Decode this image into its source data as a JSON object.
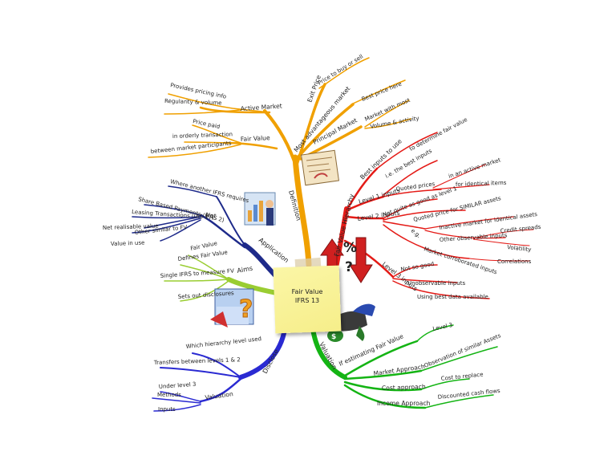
{
  "center": {
    "title": "Fair Value",
    "subtitle": "IFRS 13"
  },
  "colors": {
    "orange": "#f0a000",
    "red": "#e41b17",
    "green": "#7cbe1e",
    "bright_green": "#14b414",
    "navy": "#1e2a8a",
    "blue": "#2a2ad2",
    "olive": "#9acd32"
  },
  "icons": [
    "scroll-icon",
    "chart-person-icon",
    "question-box-icon",
    "arrows-percent-icon",
    "handshake-money-icon"
  ],
  "branches": {
    "definition": {
      "label": "Definition",
      "active_market": {
        "label": "Active Market",
        "children": [
          "Provides pricing info",
          "Regularity & volume"
        ]
      },
      "fair_value": {
        "label": "Fair Value",
        "children": [
          "Price paid",
          "in orderly transaction",
          "between market participants"
        ]
      },
      "exit_price": {
        "label": "Exit Price",
        "children": [
          "Price to buy or sell"
        ]
      },
      "most_advantageous": {
        "label": "Most advantageous market",
        "children": [
          "Best price here"
        ]
      },
      "principal_market": {
        "label": "Principal Market",
        "children": [
          "Market with most",
          "Volume & activity"
        ]
      }
    },
    "fair_value_hierarchy": {
      "label": "Fair Value Hierarchy",
      "best_inputs": {
        "label": "Best inputs to use",
        "children": [
          "to determine fair value"
        ]
      },
      "level1": {
        "label": "Level 1 inputs",
        "children": [
          "i.e. the best inputs",
          "Quoted prices",
          "in an active market",
          "for identical items"
        ]
      },
      "level2": {
        "label": "Level 2 inputs",
        "children": [
          "Not quite as good as level 1",
          "Quoted price for SIMILAR assets",
          "Inactive market for identical assets",
          "e.g.",
          "Other observable inputs",
          "Credit spreads",
          "Volatility",
          "Market corroborated inputs",
          "Correlations"
        ]
      },
      "level3": {
        "label": "Level 3 inputs",
        "children": [
          "Not so good",
          "Unobservable inputs",
          "Using best data available"
        ]
      }
    },
    "valuation": {
      "label": "Valuation",
      "estimating": {
        "label": "If estimating Fair Value",
        "children": [
          "Level 3"
        ]
      },
      "market_approach": {
        "label": "Market Approach",
        "children": [
          "Observation of similar Assets"
        ]
      },
      "cost_approach": {
        "label": "Cost approach",
        "children": [
          "Cost to replace"
        ]
      },
      "income_approach": {
        "label": "Income Approach",
        "children": [
          "Discounted cash flows"
        ]
      }
    },
    "disclose": {
      "label": "Disclose",
      "children": [
        "Which hierarchy level used",
        "Transfers between levels 1 & 2"
      ],
      "valuation": {
        "label": "Valuation",
        "children": [
          "Under level 3",
          "Methods",
          "Inputs"
        ]
      }
    },
    "aims": {
      "label": "Aims",
      "children": [
        "Fair Value",
        "Defines Fair Value",
        "Single IFRS to measure FV",
        "Sets out disclosures"
      ]
    },
    "application": {
      "label": "Application",
      "children": [
        "Where another IFRS requires"
      ],
      "not": {
        "label": "Not",
        "children": [
          "Share Based Payments (IFRS 2)",
          "Leasing Transactions (IAS 17)",
          "Net realisable value",
          "Other similar to FV",
          "Value in use"
        ]
      }
    }
  }
}
